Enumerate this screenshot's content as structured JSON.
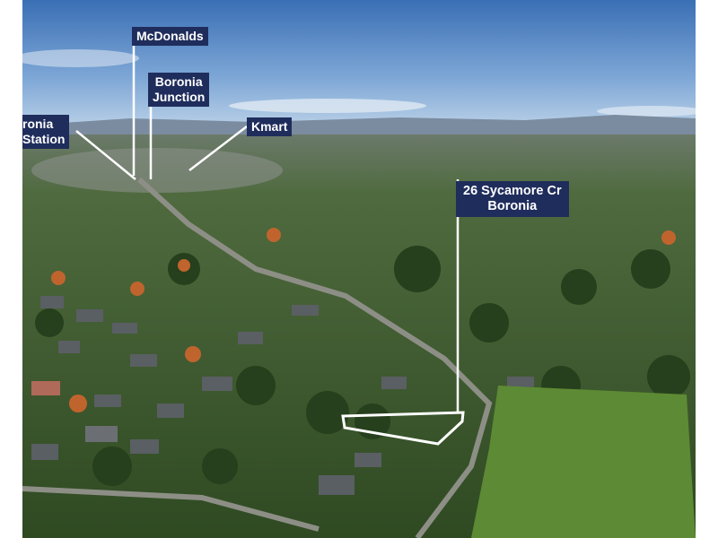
{
  "labels": {
    "mcdonalds": "McDonalds",
    "boronia_junction": "Boronia\nJunction",
    "boronia_station": "ronia\nStation",
    "kmart": "Kmart",
    "property": "26 Sycamore Cr\nBoronia"
  },
  "colors": {
    "label_background": "#1f2d5c",
    "label_text": "#ffffff",
    "pointer_line": "#ffffff"
  }
}
